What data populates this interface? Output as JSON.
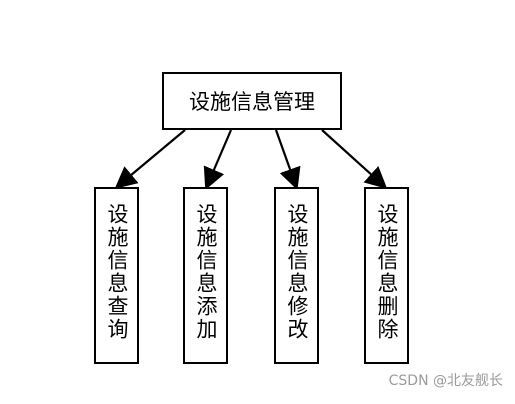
{
  "root": {
    "label": "设施信息管理"
  },
  "children": [
    {
      "label": "设施信息查询"
    },
    {
      "label": "设施信息添加"
    },
    {
      "label": "设施信息修改"
    },
    {
      "label": "设施信息删除"
    }
  ],
  "watermark": "CSDN @北友舰长"
}
